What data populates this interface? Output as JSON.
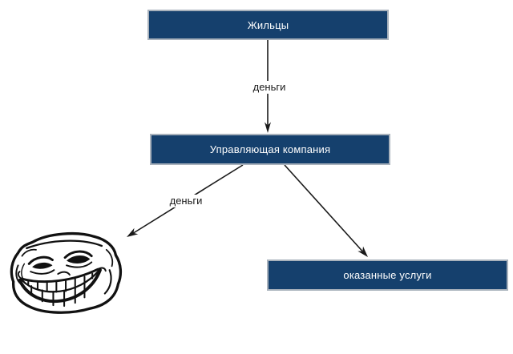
{
  "diagram": {
    "colors": {
      "box_fill": "#15406D",
      "box_border": "#A9B2BC",
      "box_text": "#FFFFFF",
      "arrow": "#1A1A1A",
      "label_text": "#1A1A1A",
      "background": "#FFFFFF"
    },
    "nodes": {
      "residents": {
        "label": "Жильцы"
      },
      "management": {
        "label": "Управляющая компания"
      },
      "services": {
        "label": "оказанные услуги"
      }
    },
    "edge_labels": {
      "residents_to_management": "деньги",
      "management_to_trollface": "деньги"
    },
    "icons": {
      "trollface": "trollface-meme"
    }
  }
}
